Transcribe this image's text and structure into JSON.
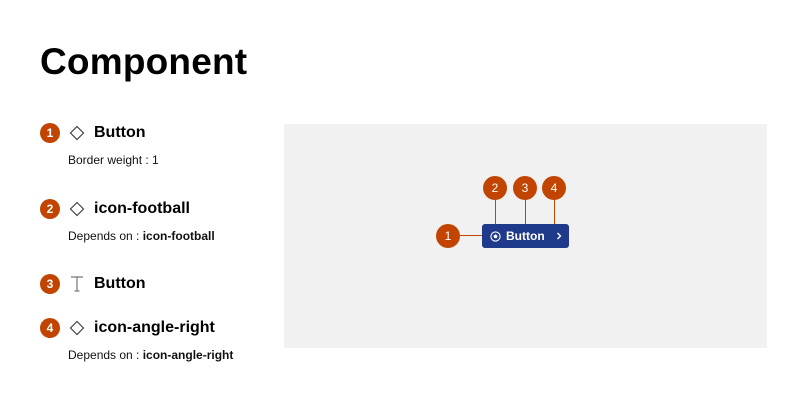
{
  "page": {
    "title": "Component"
  },
  "entries": [
    {
      "number": "1",
      "icon": "diamond-icon",
      "title": "Button",
      "detail_label": "Border weight : ",
      "detail_value": "1"
    },
    {
      "number": "2",
      "icon": "diamond-icon",
      "title": "icon-football",
      "detail_label": "Depends on : ",
      "detail_value": "icon-football"
    },
    {
      "number": "3",
      "icon": "text-icon",
      "title": "Button"
    },
    {
      "number": "4",
      "icon": "diamond-icon",
      "title": "icon-angle-right",
      "detail_label": "Depends on : ",
      "detail_value": "icon-angle-right"
    }
  ],
  "preview": {
    "button_label": "Button",
    "callouts": [
      "1",
      "2",
      "3",
      "4"
    ],
    "colors": {
      "callout": "#c14400",
      "button": "#1f3a8a",
      "canvas": "#f1f1f1"
    }
  }
}
